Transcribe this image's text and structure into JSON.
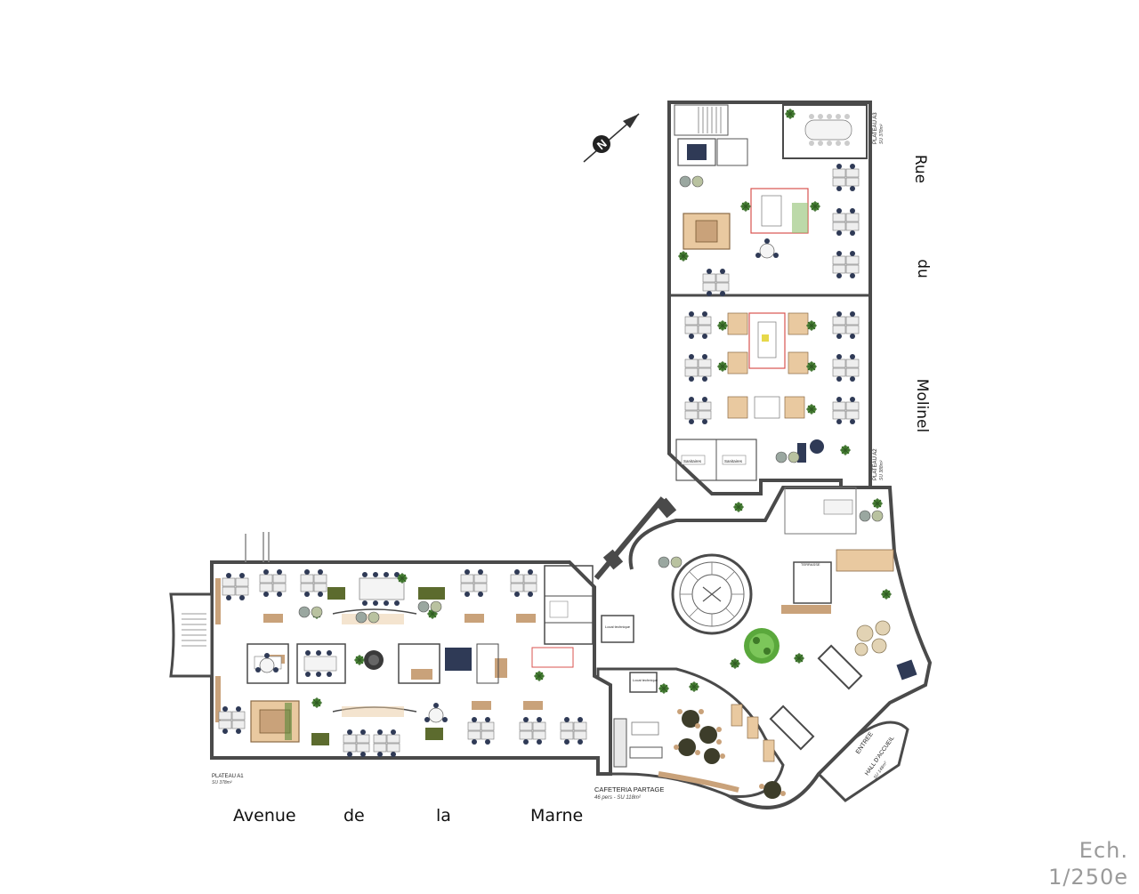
{
  "streets": {
    "north_words": [
      "Rue",
      "du",
      "Molinel"
    ],
    "south_words": [
      "Avenue",
      "de",
      "la",
      "Marne"
    ]
  },
  "scale": {
    "line1": "Ech.",
    "line2": "1/250e"
  },
  "compass": {
    "letter": "N"
  },
  "plateaux": {
    "a1": {
      "name": "PLATEAU A1",
      "area": "SU 378m²"
    },
    "a2": {
      "name": "PLATEAU A2",
      "area": "SU 388m²"
    },
    "a3": {
      "name": "PLATEAU A3",
      "area": "SU 378m²"
    }
  },
  "cafeteria": {
    "name": "CAFETERIA PARTAGE",
    "detail": "46 pers - SU 118m²"
  },
  "entrance": {
    "name": "ENTREE",
    "sub": "HALL D'ACCUEIL",
    "area": "SU 148m²"
  },
  "rooms": {
    "local_tech_1": "Local technique",
    "local_tech_2": "Local technique",
    "sanitaires": "Sanitaires",
    "terrasse": "TERRASSE"
  },
  "colors": {
    "wall": "#4a4a4a",
    "furniture_desk": "#e8e8e8",
    "chair": "#2f3a56",
    "plant": "#4e8a3a",
    "wood": "#c9a27a",
    "accent_red": "#d9534f",
    "olive": "#5c6b2e"
  }
}
